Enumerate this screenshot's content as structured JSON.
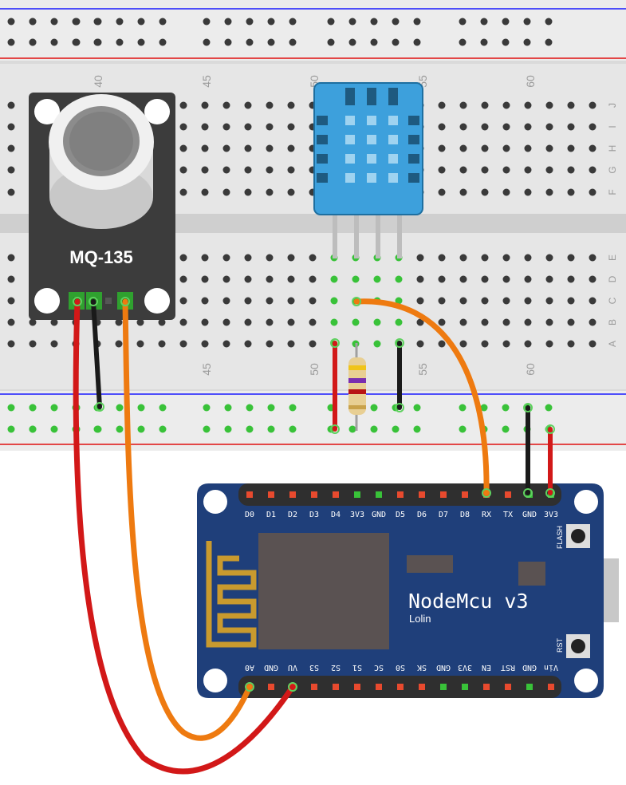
{
  "breadboard": {
    "top_column_numbers": [
      "40",
      "45",
      "50",
      "55",
      "60"
    ],
    "bottom_column_numbers": [
      "45",
      "50",
      "55",
      "60"
    ],
    "row_letters_top": [
      "J",
      "I",
      "H",
      "G",
      "F"
    ],
    "row_letters_bottom": [
      "E",
      "D",
      "C",
      "B",
      "A"
    ],
    "colors": {
      "body": "#dadada",
      "rail": "#ececec",
      "hole": "#3a3a3a",
      "active_hole": "#39c239",
      "rail_blue": "#1a1aff",
      "rail_red": "#e01010"
    }
  },
  "gas_sensor": {
    "label": "MQ-135",
    "colors": {
      "board": "#3c3c3c",
      "header": "#2fa12f"
    }
  },
  "dht_sensor": {
    "colors": {
      "body": "#3da0dc",
      "grid": "#1e5a80",
      "legs": "#bdbdbd"
    }
  },
  "resistor": {
    "bands": [
      "#f0c419",
      "#7a2fb0",
      "#b81414",
      "#c9a24a"
    ]
  },
  "nodemcu": {
    "title": "NodeMcu v3",
    "subtitle": "Lolin",
    "flash_label": "FLASH",
    "rst_label": "RST",
    "top_pins": [
      "D0",
      "D1",
      "D2",
      "D3",
      "D4",
      "3V3",
      "GND",
      "D5",
      "D6",
      "D7",
      "D8",
      "RX",
      "TX",
      "GND",
      "3V3"
    ],
    "bottom_pins": [
      "A0",
      "GND",
      "VU",
      "S3",
      "S2",
      "S1",
      "SC",
      "S0",
      "SK",
      "GND",
      "3V3",
      "EN",
      "RST",
      "GND",
      "Vin"
    ],
    "colors": {
      "board": "#1f3f7a",
      "chip": "#5a5252",
      "antenna": "#c99a2e",
      "usb": "#c8c8c8"
    }
  },
  "wires": {
    "red": "#d21818",
    "black": "#1a1a1a",
    "orange": "#ee7a10"
  }
}
